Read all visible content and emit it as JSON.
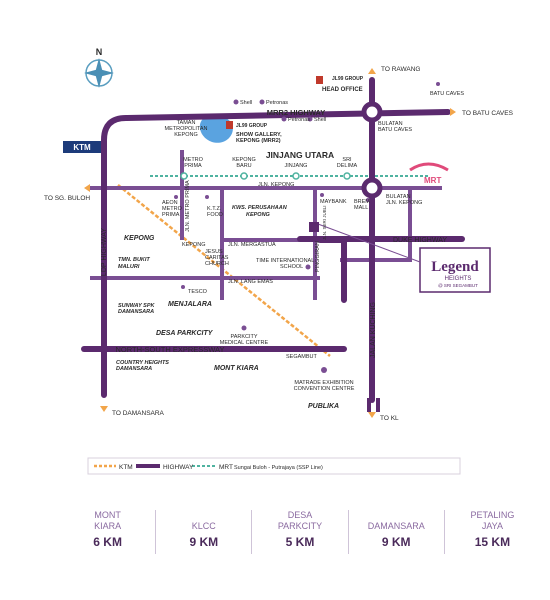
{
  "colors": {
    "highway": "#5b2a6e",
    "road": "#7a4e93",
    "ktm": "#f2a54a",
    "mrt": "#4fb3a0",
    "lake": "#5aa3e0",
    "text": "#2a2a2a"
  },
  "compass": {
    "letter": "N"
  },
  "highways": {
    "mrr2": "MRR2 HIGHWAY",
    "ldp": "LDP HIGHWAY",
    "nse": "NORTH-SOUTH EXPRESSWAY",
    "duke": "DUKE HIGHWAY",
    "jalan_kuching": "JALAN KUCHING",
    "jinjang_utara": "JINJANG UTARA"
  },
  "directions": {
    "rawang": "TO RAWANG",
    "batu_caves": "TO BATU CAVES",
    "sg_buloh": "TO SG. BULOH",
    "damansara": "TO DAMANSARA",
    "kl": "TO KL"
  },
  "places": {
    "batu_caves": "BATU CAVES",
    "head_office": "HEAD OFFICE",
    "jl99_group_1": "JL99 GROUP",
    "jl99_group_2": "JL99 GROUP",
    "jl99_group_3": "JL99 GROUP",
    "show_gallery_1": "SHOW GALLERY,",
    "show_gallery_2": "KEPONG (MRR2)",
    "bulatan_batu_caves_1": "BULATAN",
    "bulatan_batu_caves_2": "BATU CAVES",
    "taman_1": "TAMAN",
    "taman_2": "METROPOLITAN",
    "taman_3": "KEPONG",
    "shell_1": "Shell",
    "petronas_1": "Petronas",
    "petronas_2": "Petronas",
    "shell_2": "Shell",
    "metro_prima_1": "METRO",
    "metro_prima_2": "PRIMA",
    "kepong_baru_1": "KEPONG",
    "kepong_baru_2": "BARU",
    "jinjang": "JINJANG",
    "sri_delima_1": "SRI",
    "sri_delima_2": "DELIMA",
    "mrt": "MRT",
    "jln_kepong": "JLN. KEPONG",
    "bulatan_jln_kepong_1": "BULATAN",
    "bulatan_jln_kepong_2": "JLN. KEPONG",
    "aeon_1": "AEON",
    "aeon_2": "METRO",
    "aeon_3": "PRIMA",
    "jln_metro_prima": "JLN. METRO PRIMA",
    "ktz_1": "K.T.Z.",
    "ktz_2": "FOOD",
    "kws_1": "KWS. PERUSAHAAN",
    "kws_2": "KEPONG",
    "maybank": "MAYBANK",
    "brem_1": "BREM",
    "brem_2": "MALL",
    "kepong": "KEPONG",
    "ktm_kepong": "KEPONG",
    "jln_mergastua": "JLN. MERGASTUA",
    "tmn_bukit_1": "TMN. BUKIT",
    "tmn_bukit_2": "MALURI",
    "jesus_1": "JESUS",
    "jesus_2": "CARITAS",
    "jesus_3": "CHURCH",
    "time_school_1": "TIME INTERNATIONAL",
    "time_school_2": "SCHOOL",
    "pinggiran": "PINGGIRAN",
    "seri_jubli": "JLN. SERI JUBLI",
    "jln_lang_emas": "JLN. LANG EMAS",
    "tesco": "TESCO",
    "menjalara": "MENJALARA",
    "sunway_1": "SUNWAY SPK",
    "sunway_2": "DAMANSARA",
    "desa_parkcity": "DESA PARKCITY",
    "parkcity_1": "PARKCITY",
    "parkcity_2": "MEDICAL CENTRE",
    "segambut": "SEGAMBUT",
    "country_1": "COUNTRY HEIGHTS",
    "country_2": "DAMANSARA",
    "mont_kiara": "MONT KIARA",
    "matrade_1": "MATRADE EXHIBITION",
    "matrade_2": "CONVENTION CENTRE",
    "publika": "PUBLIKA",
    "ktm_logo": "KTM"
  },
  "legend_badge": {
    "brand": "Legend",
    "sub": "HEIGHTS",
    "sub2": "@ SRI SEGAMBUT"
  },
  "map_legend": {
    "ktm": "KTM",
    "highway": "HIGHWAY",
    "mrt": "MRT",
    "mrt_line": "Sungai Buloh - Putrajaya (SSP Line)"
  },
  "distances": [
    {
      "place": "MONT\nKIARA",
      "km": "6 KM"
    },
    {
      "place": "KLCC",
      "km": "9 KM"
    },
    {
      "place": "DESA\nPARKCITY",
      "km": "5 KM"
    },
    {
      "place": "DAMANSARA",
      "km": "9 KM"
    },
    {
      "place": "PETALING\nJAYA",
      "km": "15 KM"
    }
  ]
}
